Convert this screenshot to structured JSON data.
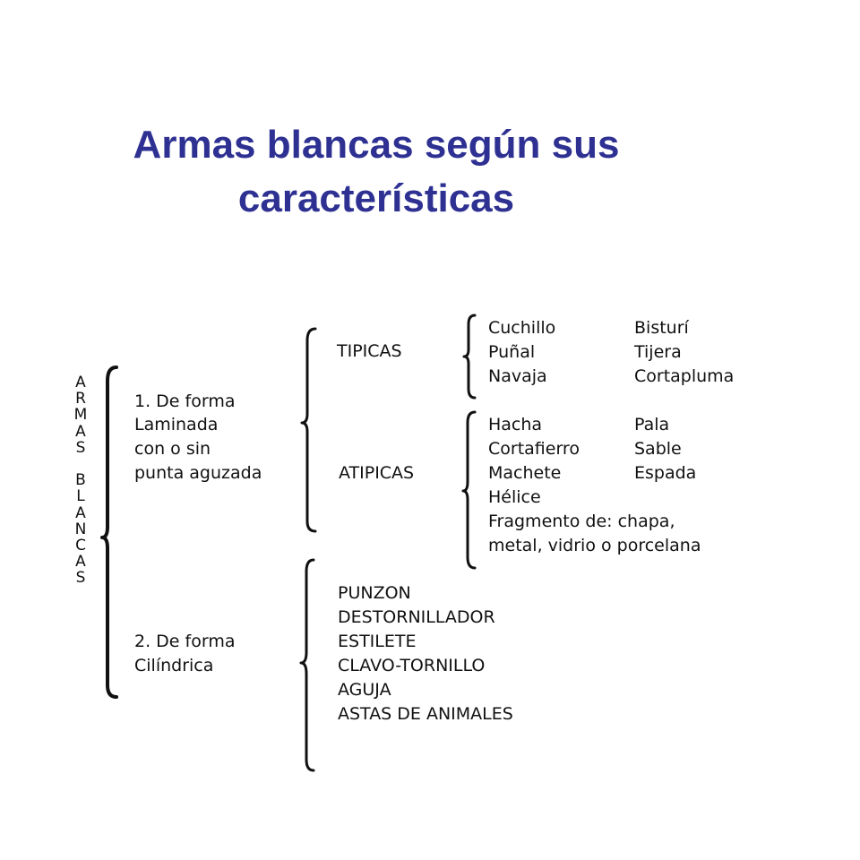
{
  "title": {
    "line1": "Armas blancas según sus",
    "line2": "características"
  },
  "root": {
    "label_letters": "A\nR\nM\nA\nS\n\nB\nL\nA\nN\nC\nA\nS"
  },
  "group1": {
    "lines": [
      "1. De forma",
      "Laminada",
      "con o sin",
      "punta aguzada"
    ],
    "tipicas": {
      "label": "TIPICAS",
      "col1": [
        "Cuchillo",
        "Puñal",
        "Navaja"
      ],
      "col2": [
        "Bisturí",
        "Tijera",
        "Cortapluma"
      ]
    },
    "atipicas": {
      "label": "ATIPICAS",
      "col1": [
        "Hacha",
        "Cortafierro",
        "Machete"
      ],
      "col2": [
        "Pala",
        "Sable",
        "Espada"
      ],
      "extra": [
        "Hélice",
        "Fragmento de: chapa,",
        "metal, vidrio o porcelana"
      ]
    }
  },
  "group2": {
    "lines": [
      "2. De forma",
      "Cilíndrica"
    ],
    "items": [
      "PUNZON",
      "DESTORNILLADOR",
      "ESTILETE",
      "CLAVO-TORNILLO",
      "AGUJA",
      "ASTAS DE ANIMALES"
    ]
  }
}
